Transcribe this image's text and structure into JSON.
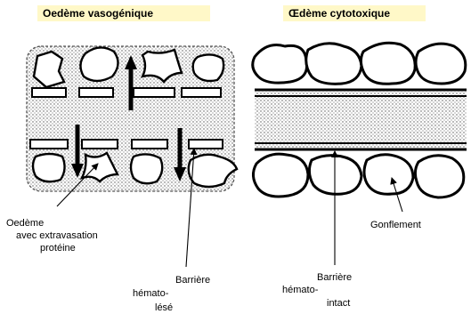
{
  "left_title": "Oedème vasogénique",
  "right_title": "Œdème cytotoxique",
  "labels": {
    "oedema_line1": "Oedème",
    "oedema_line2": "avec extravasation",
    "oedema_line3": "protéine",
    "left_barrier_line1": "Barrière",
    "left_barrier_line2": "hémato-",
    "left_barrier_line3": "lésé",
    "gonflement": "Gonflement",
    "right_barrier_line1": "Barrière",
    "right_barrier_line2": "hémato-",
    "right_barrier_line3": "intact"
  }
}
